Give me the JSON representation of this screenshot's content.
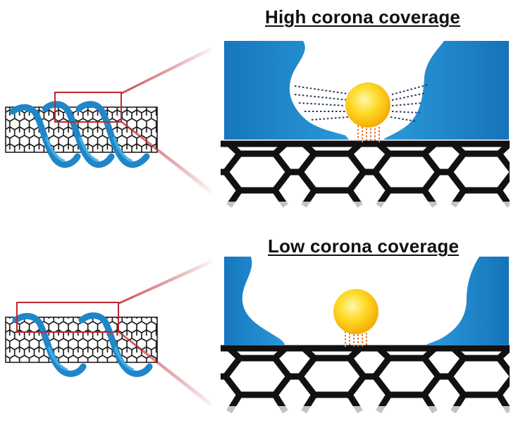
{
  "panels": [
    {
      "title": "High corona coverage",
      "coverage": "high"
    },
    {
      "title": "Low corona coverage",
      "coverage": "low"
    }
  ],
  "colors": {
    "corona_blue": "#1f86c8",
    "helix_blue": "#2a9ad8",
    "lattice": "#111111",
    "zoom_box": "#c0262d",
    "particle_yellow": "#ffd21a",
    "dots_navy": "#2a3560",
    "dots_orange": "#e0752a"
  }
}
